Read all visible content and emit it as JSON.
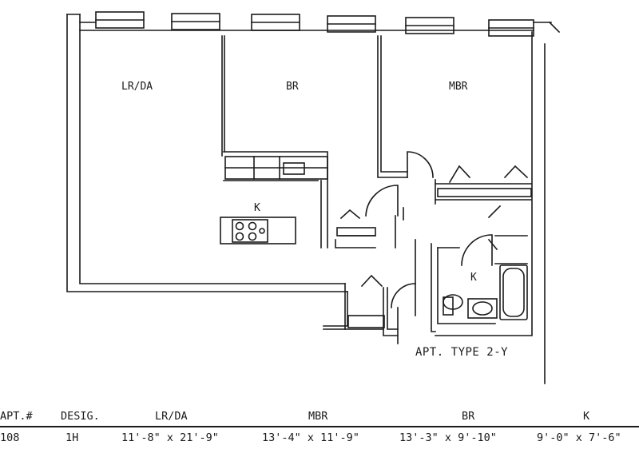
{
  "plan": {
    "rooms": [
      {
        "key": "lrda",
        "label": "LR/DA"
      },
      {
        "key": "br",
        "label": "BR"
      },
      {
        "key": "mbr",
        "label": "MBR"
      },
      {
        "key": "kitchen",
        "label": "K"
      },
      {
        "key": "bath",
        "label": "K"
      }
    ],
    "type_label": "APT. TYPE 2-Y"
  },
  "schedule": {
    "headers": [
      "APT.#",
      "DESIG.",
      "LR/DA",
      "MBR",
      "BR",
      "K"
    ],
    "rows": [
      [
        "108",
        "1H",
        "11'-8\" x 21'-9\"",
        "13'-4\" x 11'-9\"",
        "13'-3\" x 9'-10\"",
        "9'-0\" x 7'-6\""
      ]
    ]
  }
}
